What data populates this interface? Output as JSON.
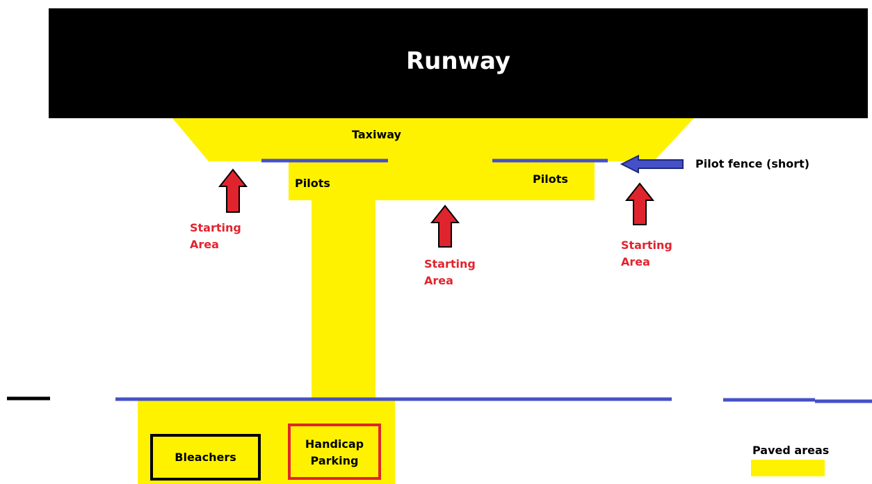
{
  "map": {
    "runway_label": "Runway",
    "taxiway_label": "Taxiway",
    "pilots_left_label": "Pilots",
    "pilots_right_label": "Pilots",
    "pilot_fence_label": "Pilot fence (short)",
    "starting_areas": [
      {
        "line1": "Starting",
        "line2": "Area"
      },
      {
        "line1": "Starting",
        "line2": "Area"
      },
      {
        "line1": "Starting",
        "line2": "Area"
      }
    ],
    "bleachers_label": "Bleachers",
    "handicap_line1": "Handicap",
    "handicap_line2": "Parking",
    "legend_label": "Paved areas"
  },
  "colors": {
    "paved": "#fff200",
    "runway": "#000000",
    "fence": "#4650c8",
    "arrow": "#e0242e",
    "handicap_border": "#e0242e"
  }
}
